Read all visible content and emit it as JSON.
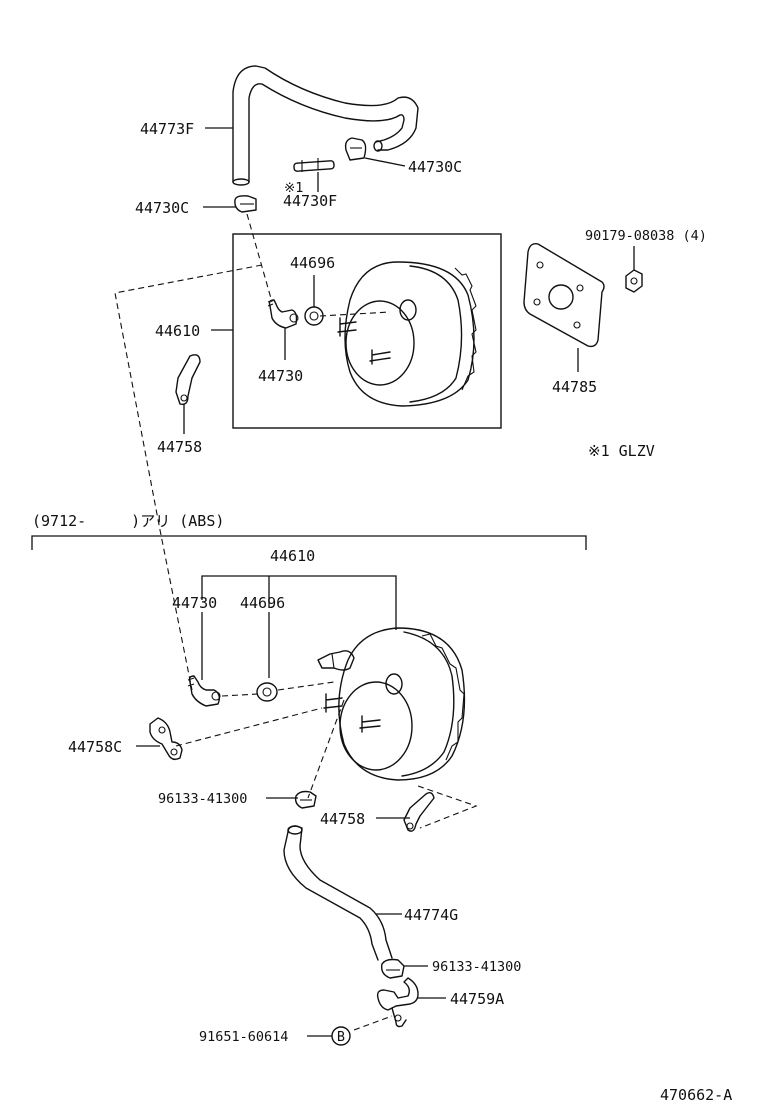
{
  "upper": {
    "labels": {
      "hose_top": "44773F",
      "clip_right": "44730C",
      "note_mark": "※1",
      "union": "44730F",
      "clip_left": "44730C",
      "bolt": "90179-08038 (4)",
      "grommet": "44696",
      "booster": "44610",
      "check_valve": "44730",
      "gasket": "44785",
      "bracket": "44758",
      "note": "※1 GLZV"
    }
  },
  "lower": {
    "section_title": "(9712-　　　)アリ (ABS)",
    "labels": {
      "booster": "44610",
      "check_valve": "44730",
      "grommet": "44696",
      "bracket_c": "44758C",
      "clip_upper": "96133-41300",
      "bracket": "44758",
      "hose": "44774G",
      "clip_lower": "96133-41300",
      "pipe": "44759A",
      "bolt": "91651-60614",
      "bolt_ref": "B"
    }
  },
  "footer": {
    "diagram_id": "470662-A"
  }
}
